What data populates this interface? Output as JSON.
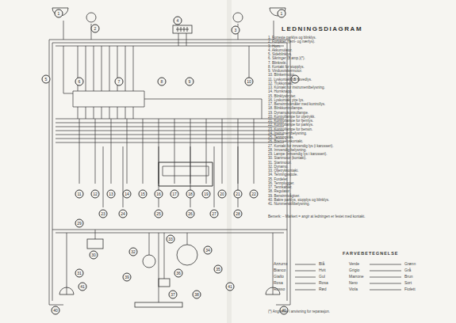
{
  "diagram": {
    "title": "LEDNINGSDIAGRAM",
    "labels": [
      "1",
      "2",
      "4",
      "3",
      "1",
      "5",
      "6",
      "7",
      "8",
      "9",
      "10",
      "5",
      "11",
      "12",
      "13",
      "14",
      "15",
      "16",
      "17",
      "18",
      "19",
      "20",
      "21",
      "22",
      "23",
      "24",
      "25",
      "26",
      "27",
      "28",
      "29",
      "30",
      "31",
      "32",
      "33",
      "34",
      "35",
      "36",
      "37",
      "38",
      "39",
      "40",
      "41",
      "41",
      "40",
      "1. Forreste parklys og blinklys.",
      "2. Forlykter (fjern- og nærlys).",
      "3. Horn.",
      "4. Akkumulator.",
      "5. Sideblinklys.",
      "6. Sikringer (8 amp.)(*).",
      "7. Blinkrelé.",
      "8. Kontakt for stopplys.",
      "9. Vindusviskermotor.",
      "10. Blinkermotor.",
      "11. Lyskontakt for hovedlys.",
      "12. Trykkontakt.",
      "13. Kontakt for instrumentbelysning.",
      "14. Hornknapp.",
      "15. Blinklysbryter.",
      "16. Lyskontakt ytre lys.",
      "17. Bensinnivåmåler med kontrollys.",
      "18. Blinkkontrollampe.",
      "19. Dynamokontrollampe.",
      "20. Kontrollampe for oljetrykk.",
      "21. Kontrollampe for fjernlys.",
      "22. Kontrollampe for parklys.",
      "23. Kontrollampe for bensin.",
      "24. Instrumentbelysning.",
      "25. Tenningslås.",
      "26. Bremselyskontakt.",
      "27. Kontakt for innvendig lys (i karosseri).",
      "28. Innvendig belysning.",
      "29. Lampe (innvendig lys i karosseri).",
      "30. Startmotor (kontakt).",
      "31. Startmotor.",
      "32. Dynamo.",
      "33. Oljetrykkontakt.",
      "34. Tenningsspole.",
      "35. Fordeler.",
      "36. Tennplugger.",
      "37. Tennkabler.",
      "38. Regulator.",
      "39. Bensinnivågiver.",
      "40. Bakre parklys, stopplys og blinklys.",
      "41. Nummerskiltbelysning.",
      "Bemerk: – Markert = angir at ledningen er festet med kontakt.",
      "FARVEBETEGNELSE",
      "Azzurro",
      "Blå",
      "Verde",
      "Grønn",
      "Bianco",
      "Hvit",
      "Grigio",
      "Grå",
      "Giallo",
      "Gul",
      "Marrone",
      "Brun",
      "Rosa",
      "Rosa",
      "Nero",
      "Sort",
      "Rosso",
      "Rød",
      "Viola",
      "Fiolett",
      "(*) Angivelse i anvisning for reparasjon."
    ]
  }
}
